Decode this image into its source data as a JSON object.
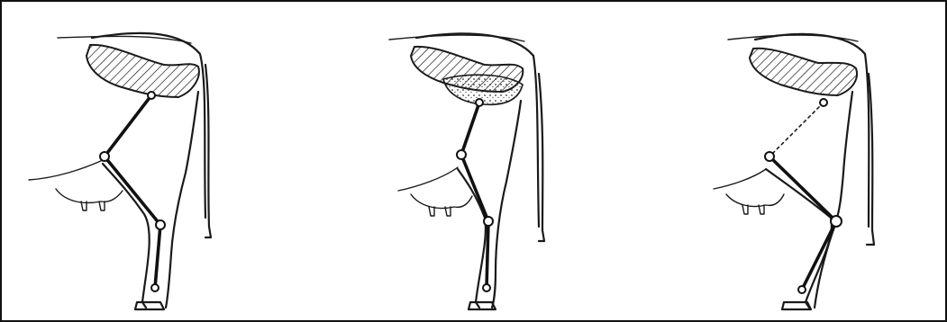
{
  "figure": {
    "description_type": "anatomical line drawing",
    "panels": [
      {
        "id": "panel-1",
        "legs_pose": "standard"
      },
      {
        "id": "panel-2",
        "legs_pose": "steep-hock"
      },
      {
        "id": "panel-3",
        "legs_pose": "sickle-hock"
      }
    ],
    "colors": {
      "ink": "#1a1a1a",
      "background": "#ffffff",
      "border": "#111111"
    }
  }
}
